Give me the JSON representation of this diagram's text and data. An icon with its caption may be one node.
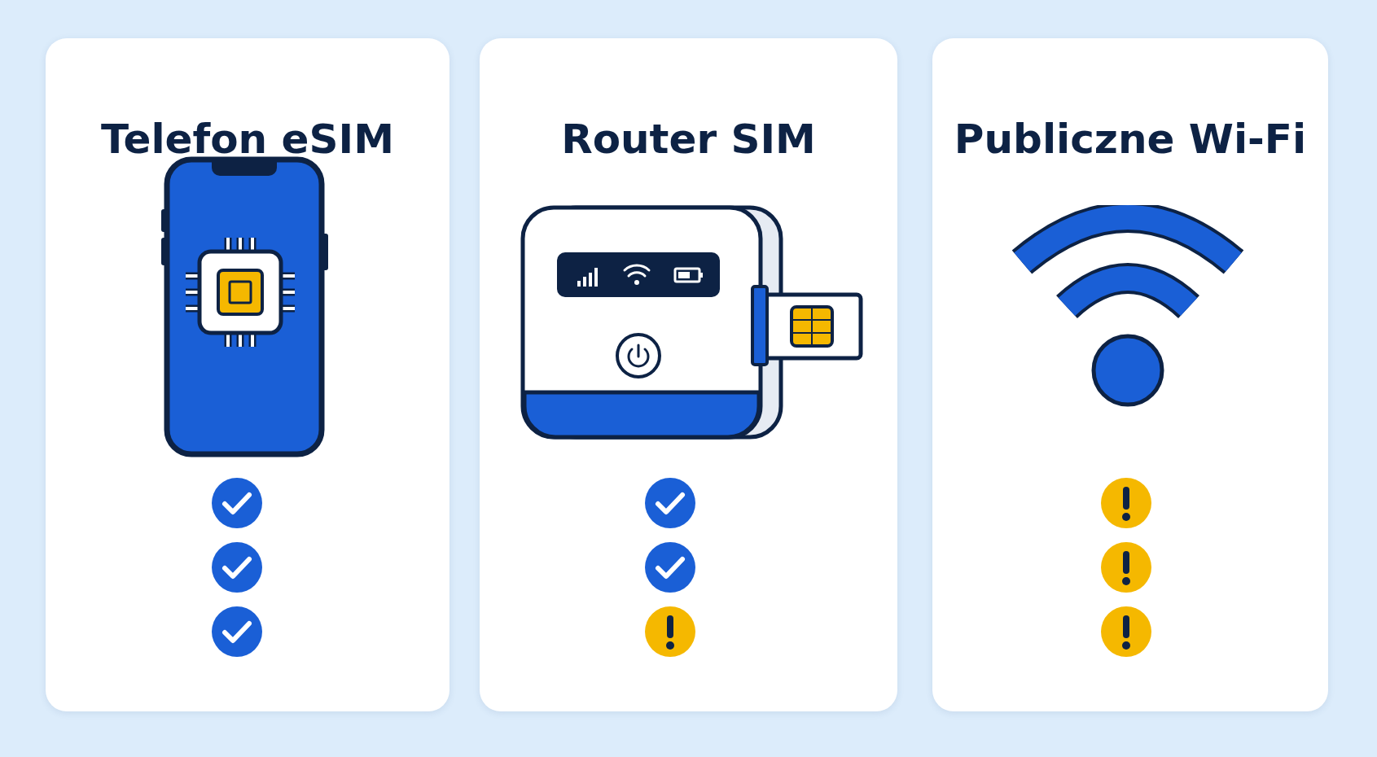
{
  "diagram": {
    "nodes": [
      {
        "text": [
          "Telefon eSIM"
        ]
      },
      {
        "text": [
          "Router SIM"
        ]
      },
      {
        "text": [
          "Publiczne Wi-Fi"
        ]
      }
    ]
  }
}
